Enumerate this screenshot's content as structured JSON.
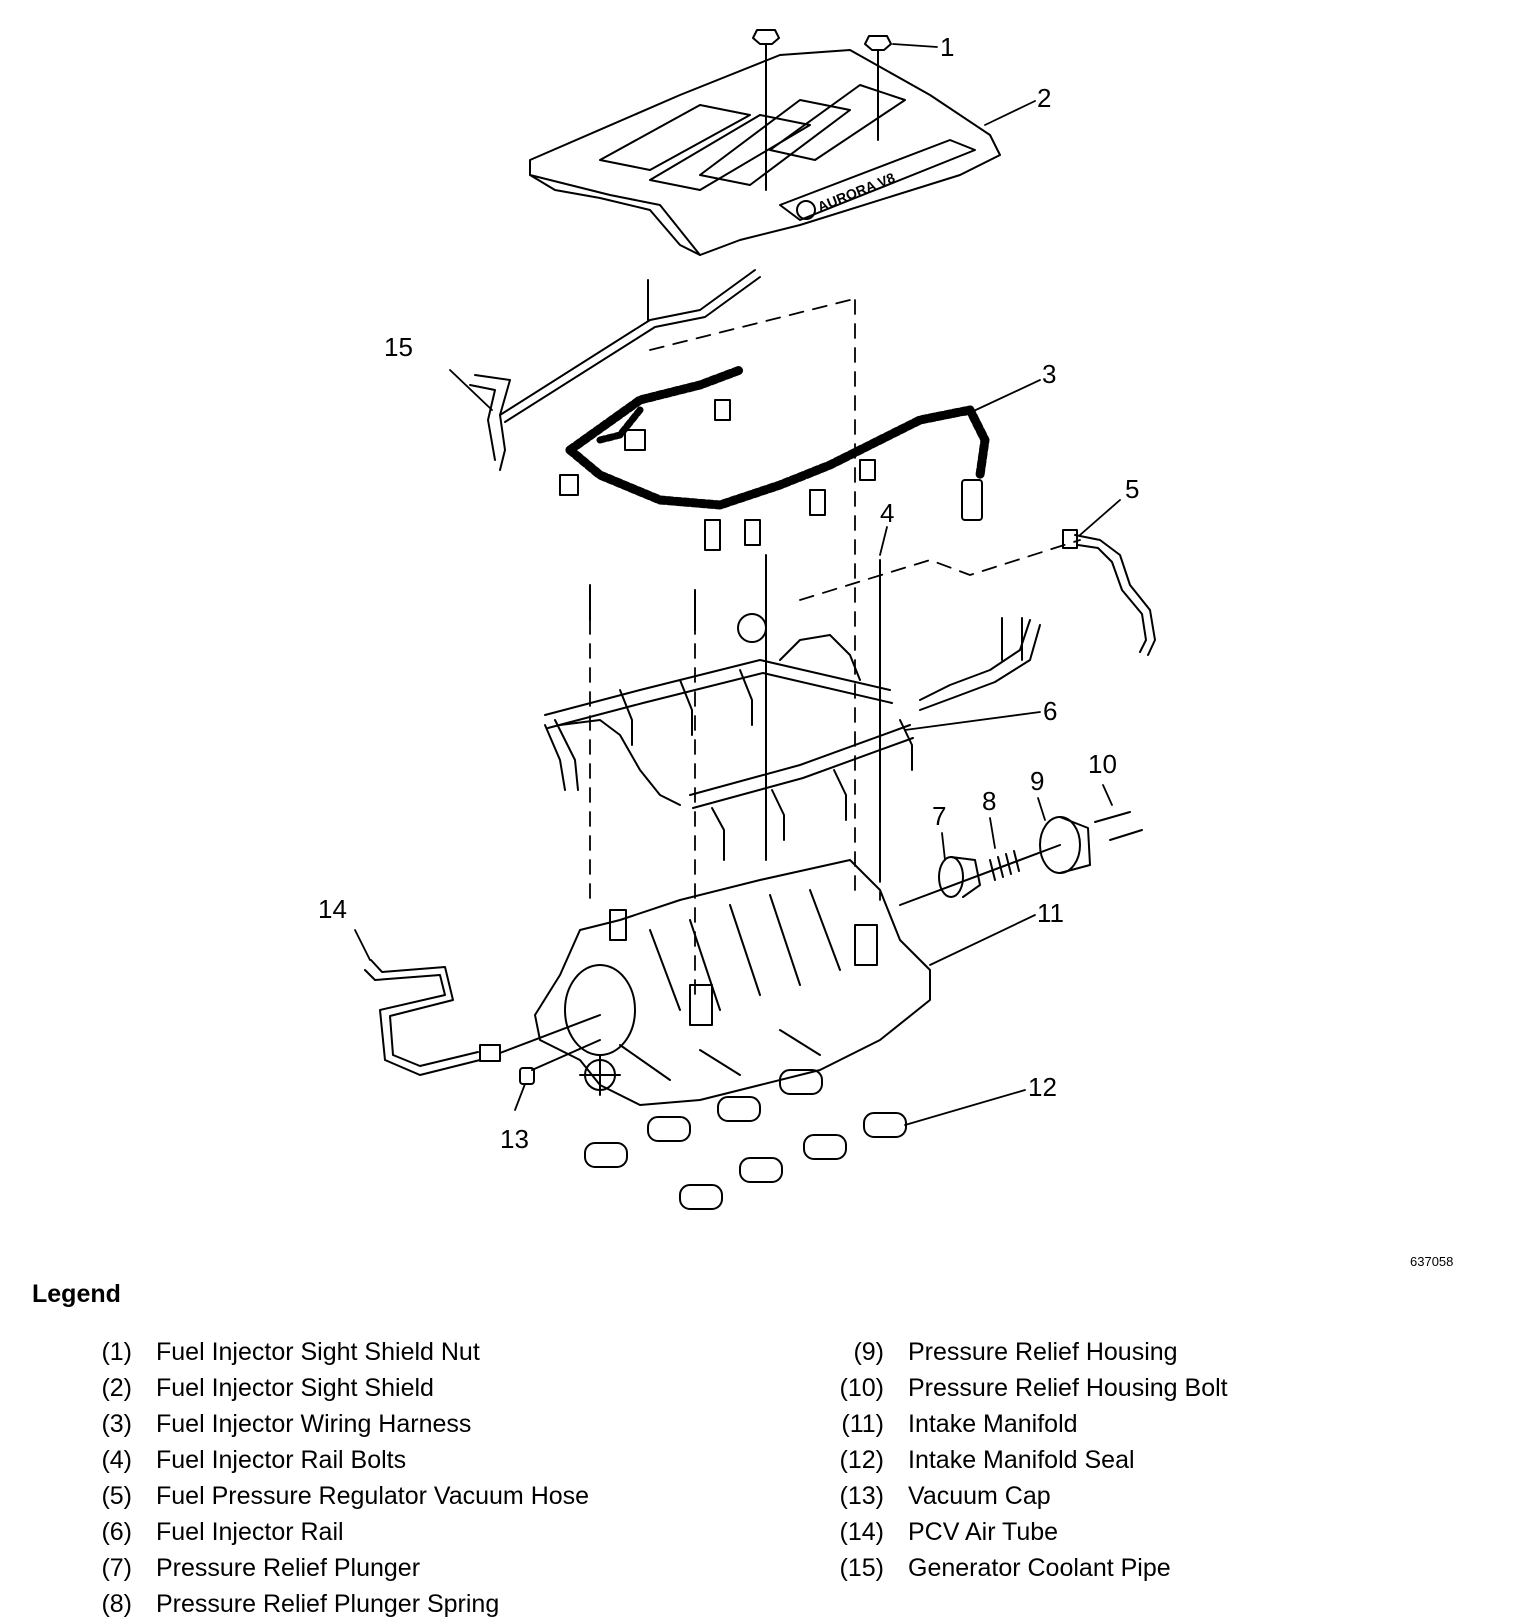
{
  "figure_id": "637058",
  "callouts": [
    "1",
    "2",
    "3",
    "4",
    "5",
    "6",
    "7",
    "8",
    "9",
    "10",
    "11",
    "12",
    "13",
    "14",
    "15"
  ],
  "cover_text": "AURORA V8",
  "legend": {
    "title": "Legend",
    "left": [
      {
        "num": "(1)",
        "label": "Fuel Injector Sight Shield Nut"
      },
      {
        "num": "(2)",
        "label": "Fuel Injector Sight Shield"
      },
      {
        "num": "(3)",
        "label": "Fuel Injector Wiring Harness"
      },
      {
        "num": "(4)",
        "label": "Fuel Injector Rail Bolts"
      },
      {
        "num": "(5)",
        "label": "Fuel Pressure Regulator Vacuum Hose"
      },
      {
        "num": "(6)",
        "label": "Fuel Injector Rail"
      },
      {
        "num": "(7)",
        "label": "Pressure Relief Plunger"
      },
      {
        "num": "(8)",
        "label": "Pressure Relief Plunger Spring"
      }
    ],
    "right": [
      {
        "num": "(9)",
        "label": "Pressure Relief Housing"
      },
      {
        "num": "(10)",
        "label": "Pressure Relief Housing Bolt"
      },
      {
        "num": "(11)",
        "label": "Intake Manifold"
      },
      {
        "num": "(12)",
        "label": "Intake Manifold Seal"
      },
      {
        "num": "(13)",
        "label": "Vacuum Cap"
      },
      {
        "num": "(14)",
        "label": "PCV Air Tube"
      },
      {
        "num": "(15)",
        "label": "Generator Coolant Pipe"
      }
    ]
  }
}
